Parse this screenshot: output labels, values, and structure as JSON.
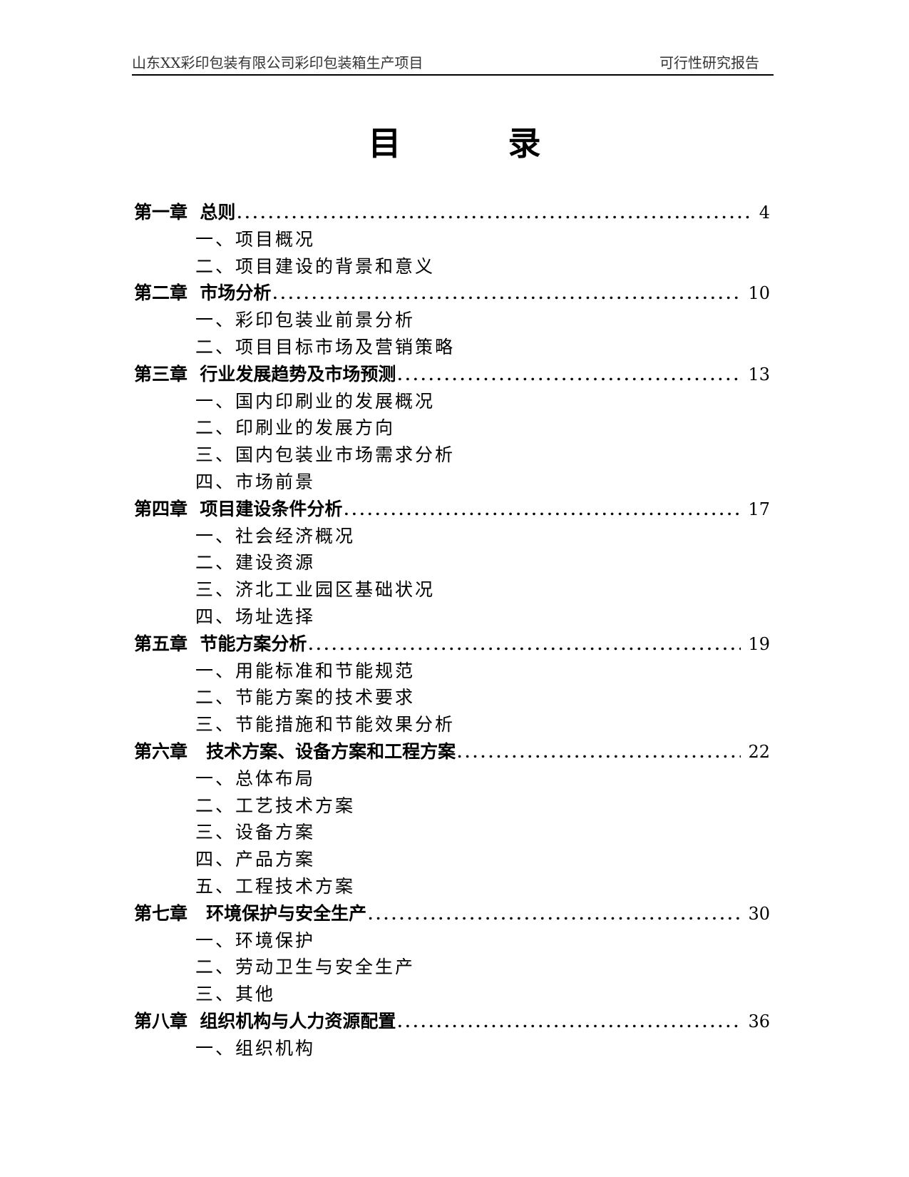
{
  "header": {
    "left": "山东XX彩印包装有限公司彩印包装箱生产项目",
    "right": "可行性研究报告"
  },
  "title": "目录",
  "toc": [
    {
      "type": "chapter",
      "label": "第一章  总则",
      "page": "4"
    },
    {
      "type": "section",
      "label": "一、项目概况"
    },
    {
      "type": "section",
      "label": "二、项目建设的背景和意义"
    },
    {
      "type": "chapter",
      "label": "第二章  市场分析",
      "page": "10"
    },
    {
      "type": "section",
      "label": "一、彩印包装业前景分析"
    },
    {
      "type": "section",
      "label": "二、项目目标市场及营销策略"
    },
    {
      "type": "chapter",
      "label": "第三章  行业发展趋势及市场预测",
      "page": "13"
    },
    {
      "type": "section",
      "label": "一、国内印刷业的发展概况"
    },
    {
      "type": "section",
      "label": "二、印刷业的发展方向"
    },
    {
      "type": "section",
      "label": "三、国内包装业市场需求分析"
    },
    {
      "type": "section",
      "label": "四、市场前景"
    },
    {
      "type": "chapter",
      "label": "第四章  项目建设条件分析",
      "page": "17"
    },
    {
      "type": "section",
      "label": "一、社会经济概况"
    },
    {
      "type": "section",
      "label": "二、建设资源"
    },
    {
      "type": "section",
      "label": "三、济北工业园区基础状况"
    },
    {
      "type": "section",
      "label": "四、场址选择"
    },
    {
      "type": "chapter",
      "label": "第五章  节能方案分析",
      "page": "19"
    },
    {
      "type": "section",
      "label": "一、用能标准和节能规范"
    },
    {
      "type": "section",
      "label": "二、节能方案的技术要求"
    },
    {
      "type": "section",
      "label": "三、节能措施和节能效果分析"
    },
    {
      "type": "chapter",
      "label": "第六章   技术方案、设备方案和工程方案",
      "page": "22"
    },
    {
      "type": "section",
      "label": "一、总体布局"
    },
    {
      "type": "section",
      "label": "二、工艺技术方案"
    },
    {
      "type": "section",
      "label": "三、设备方案"
    },
    {
      "type": "section",
      "label": "四、产品方案"
    },
    {
      "type": "section",
      "label": "五、工程技术方案"
    },
    {
      "type": "chapter",
      "label": "第七章   环境保护与安全生产",
      "page": "30"
    },
    {
      "type": "section",
      "label": "一、环境保护"
    },
    {
      "type": "section",
      "label": "二、劳动卫生与安全生产"
    },
    {
      "type": "section",
      "label": "三、其他"
    },
    {
      "type": "chapter",
      "label": "第八章  组织机构与人力资源配置",
      "page": "36"
    },
    {
      "type": "section",
      "label": "一、组织机构"
    }
  ]
}
